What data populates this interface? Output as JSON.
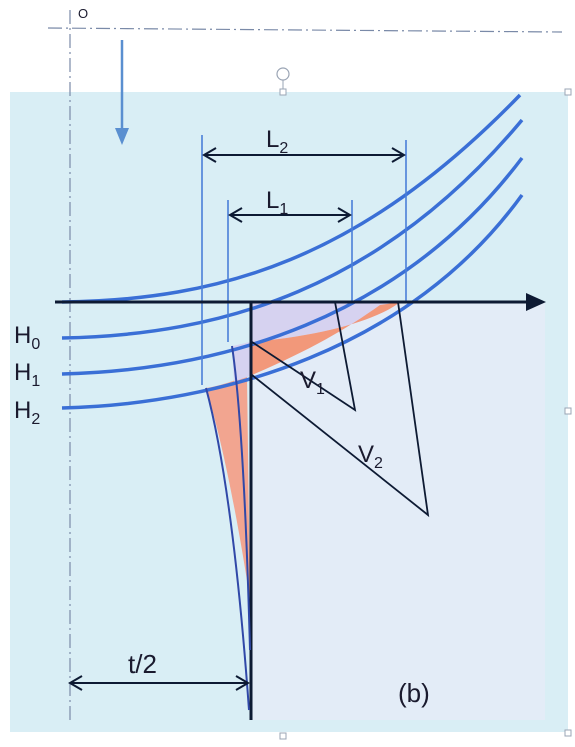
{
  "labels": {
    "origin": "O",
    "l1": "L",
    "l1_sub": "1",
    "l2": "L",
    "l2_sub": "2",
    "h0": "H",
    "h0_sub": "0",
    "h1": "H",
    "h1_sub": "1",
    "h2": "H",
    "h2_sub": "2",
    "v1": "V",
    "v1_sub": "1",
    "v2": "V",
    "v2_sub": "2",
    "half_width": "t/2",
    "panel": "(b)"
  },
  "colors": {
    "background_tint": "#d9eef5",
    "plate_region": "#e3ecf7",
    "curve": "#3a6fd6",
    "axis": "#0d1a33",
    "arrow_down": "#5a8fd0",
    "highlight_band": "#f2987a",
    "band_light": "#d6d2f0"
  }
}
